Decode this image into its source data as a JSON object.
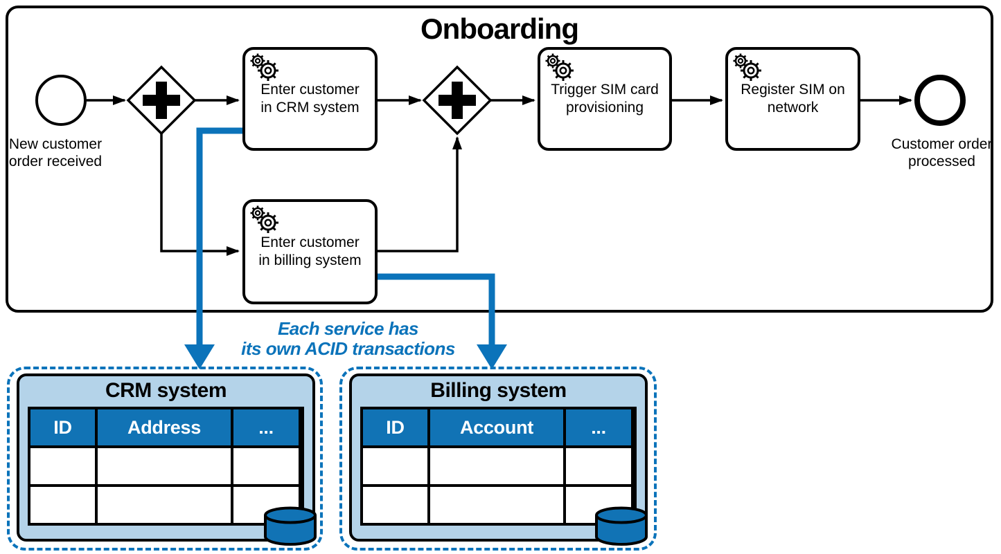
{
  "colors": {
    "accent-blue": "#0b73ba",
    "header-blue": "#1173b5",
    "light-blue": "#b4d3e9",
    "line-black": "#000000",
    "text-white": "#ffffff"
  },
  "pool": {
    "title": "Onboarding"
  },
  "events": {
    "start": {
      "label": "New customer\norder received"
    },
    "end": {
      "label": "Customer order\nprocessed"
    }
  },
  "gateways": [
    {
      "type": "parallel",
      "symbol": "+"
    },
    {
      "type": "parallel",
      "symbol": "+"
    }
  ],
  "tasks": [
    {
      "type": "service",
      "label": "Enter customer\nin CRM system"
    },
    {
      "type": "service",
      "label": "Enter customer\nin billing system"
    },
    {
      "type": "service",
      "label": "Trigger SIM card\nprovisioning"
    },
    {
      "type": "service",
      "label": "Register SIM on\nnetwork"
    }
  ],
  "annotation": {
    "text": "Each service has\nits own ACID transactions"
  },
  "panels": [
    {
      "title": "CRM system",
      "columns": [
        "ID",
        "Address",
        "..."
      ],
      "empty_rows": 2
    },
    {
      "title": "Billing system",
      "columns": [
        "ID",
        "Account",
        "..."
      ],
      "empty_rows": 2
    }
  ]
}
